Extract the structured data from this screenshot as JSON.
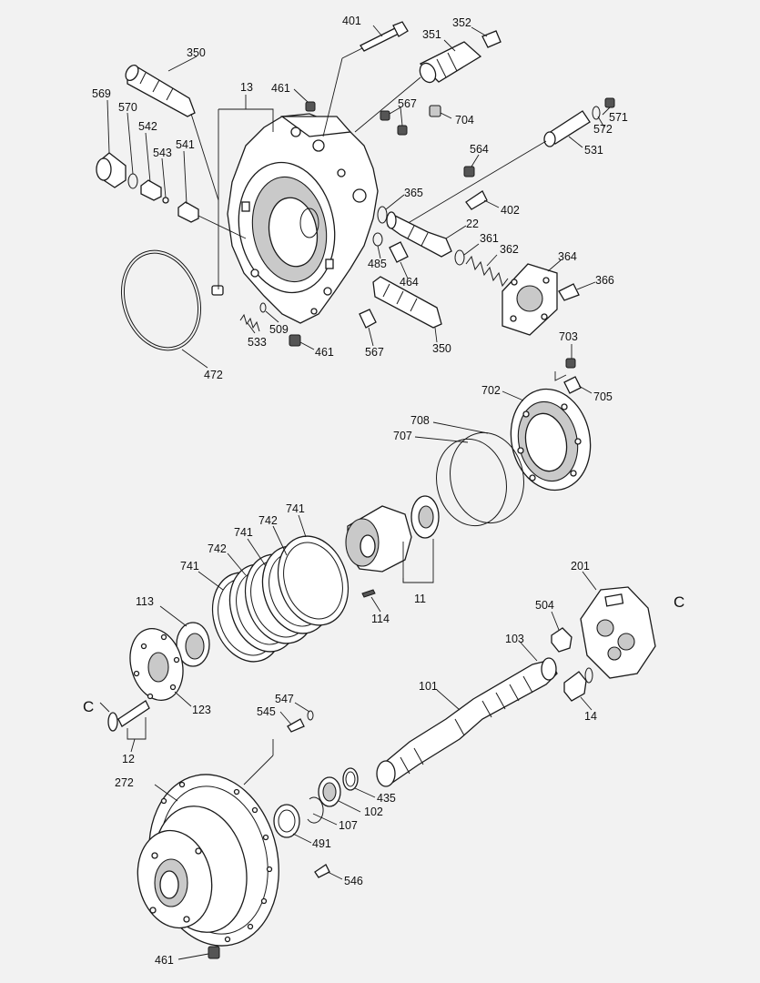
{
  "labels": {
    "p401": "401",
    "p352": "352",
    "p351": "351",
    "p350a": "350",
    "p13": "13",
    "p461a": "461",
    "p567a": "567",
    "p704": "704",
    "p571": "571",
    "p572": "572",
    "p531": "531",
    "p569": "569",
    "p570": "570",
    "p542": "542",
    "p543": "543",
    "p541": "541",
    "p564": "564",
    "p365": "365",
    "p402": "402",
    "p22": "22",
    "p361": "361",
    "p362": "362",
    "p364": "364",
    "p366": "366",
    "p485": "485",
    "p464": "464",
    "p350b": "350",
    "p509": "509",
    "p533": "533",
    "p461b": "461",
    "p567b": "567",
    "p472": "472",
    "p703": "703",
    "p702": "702",
    "p705": "705",
    "p708": "708",
    "p707": "707",
    "p741a": "741",
    "p742a": "742",
    "p741b": "741",
    "p742b": "742",
    "p741c": "741",
    "p11": "11",
    "p114": "114",
    "p113": "113",
    "p201": "201",
    "pC1": "C",
    "p504": "504",
    "p103": "103",
    "p123": "123",
    "pC2": "C",
    "p12": "12",
    "p101": "101",
    "p14": "14",
    "p547": "547",
    "p545": "545",
    "p272": "272",
    "p435": "435",
    "p102": "102",
    "p107": "107",
    "p491": "491",
    "p546": "546",
    "p461c": "461"
  }
}
